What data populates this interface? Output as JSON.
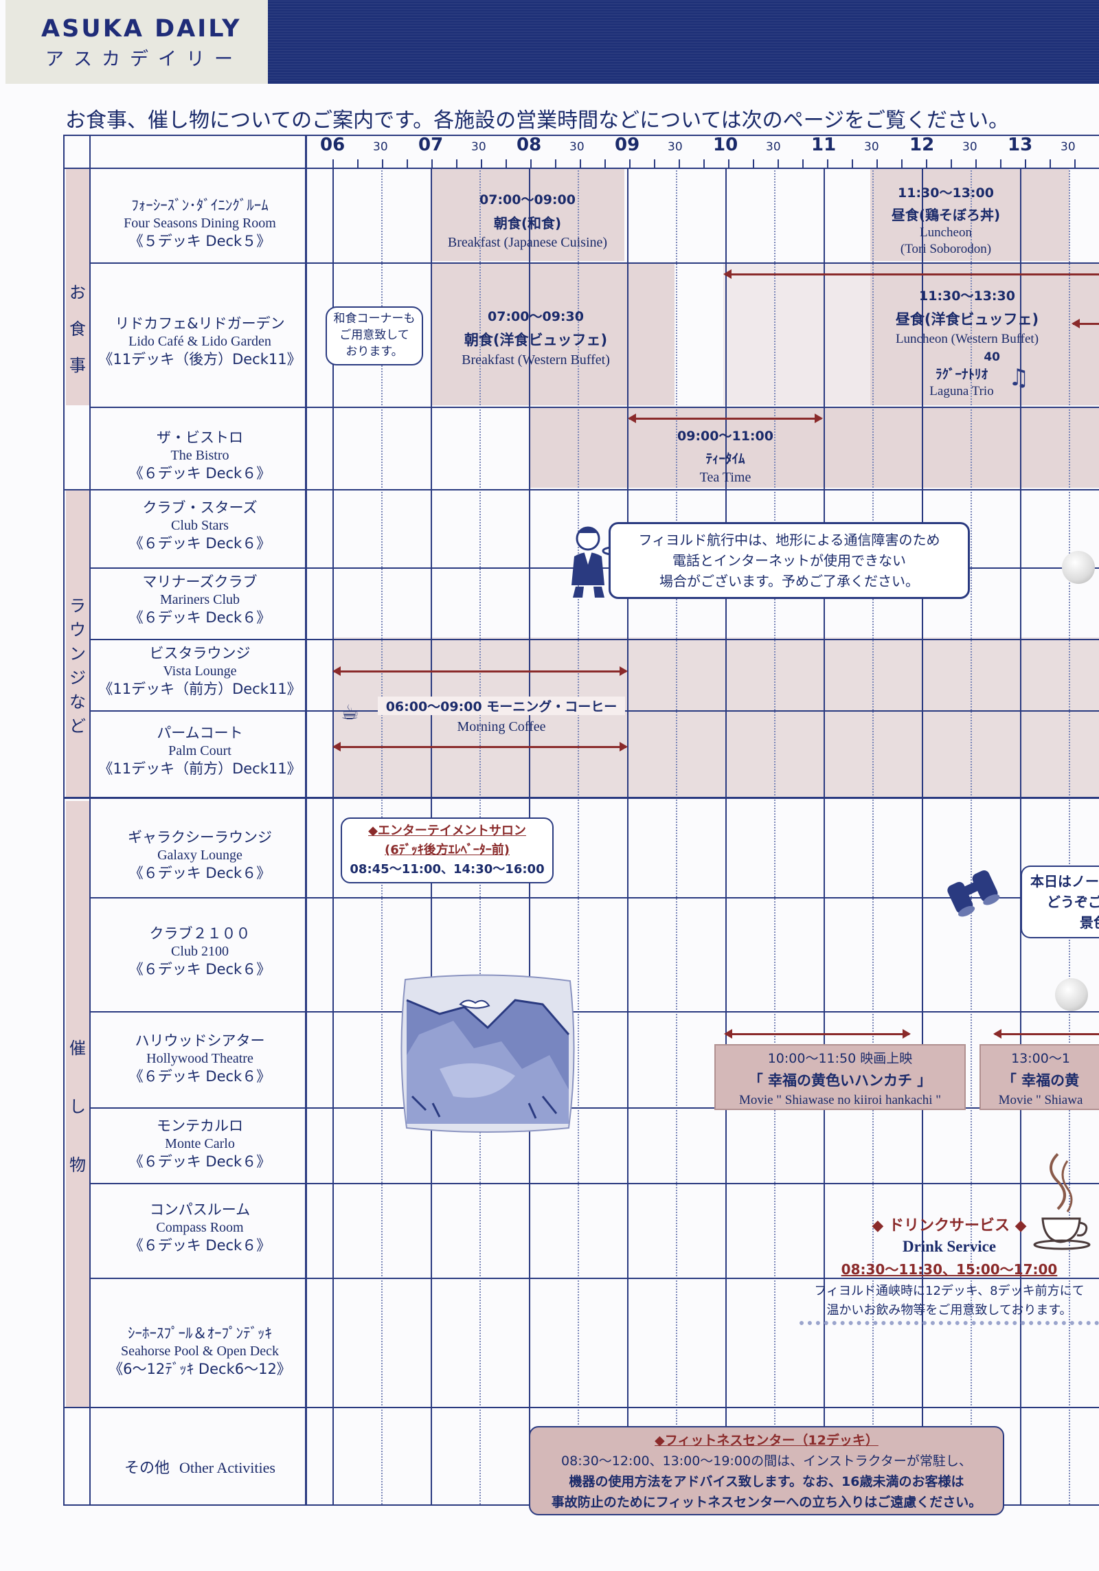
{
  "header": {
    "brand_en": "ASUKA DAILY",
    "brand_jp": "アスカデイリー"
  },
  "intro": "お食事、催し物についてのご案内です。各施設の営業時間などについては次のページをご覧ください。",
  "timeline": {
    "hours": [
      "06",
      "07",
      "08",
      "09",
      "10",
      "11",
      "12",
      "13"
    ],
    "half_label": "30"
  },
  "categories": {
    "dining": [
      "お",
      "食",
      "事"
    ],
    "lounge": [
      "ラ",
      "ウ",
      "ン",
      "ジ",
      "な",
      "ど"
    ],
    "events": [
      "催",
      "し",
      "物"
    ]
  },
  "venues": [
    {
      "jp": "ﾌｫｰｼｰｽﾞﾝ･ﾀﾞｲﾆﾝｸﾞﾙｰﾑ",
      "en": "Four Seasons Dining Room",
      "deck": "《５デッキ Deck５》"
    },
    {
      "jp": "リドカフェ&リドガーデン",
      "en": "Lido Café & Lido Garden",
      "deck": "《11デッキ（後方）Deck11》"
    },
    {
      "jp": "ザ・ビストロ",
      "en": "The Bistro",
      "deck": "《６デッキ Deck６》"
    },
    {
      "jp": "クラブ・スターズ",
      "en": "Club Stars",
      "deck": "《６デッキ Deck６》"
    },
    {
      "jp": "マリナーズクラブ",
      "en": "Mariners Club",
      "deck": "《６デッキ Deck６》"
    },
    {
      "jp": "ビスタラウンジ",
      "en": "Vista Lounge",
      "deck": "《11デッキ（前方）Deck11》"
    },
    {
      "jp": "パームコート",
      "en": "Palm Court",
      "deck": "《11デッキ（前方）Deck11》"
    },
    {
      "jp": "ギャラクシーラウンジ",
      "en": "Galaxy Lounge",
      "deck": "《６デッキ Deck６》"
    },
    {
      "jp": "クラブ２１００",
      "en": "Club 2100",
      "deck": "《６デッキ Deck６》"
    },
    {
      "jp": "ハリウッドシアター",
      "en": "Hollywood Theatre",
      "deck": "《６デッキ Deck６》"
    },
    {
      "jp": "モンテカルロ",
      "en": "Monte Carlo",
      "deck": "《６デッキ Deck６》"
    },
    {
      "jp": "コンパスルーム",
      "en": "Compass Room",
      "deck": "《６デッキ Deck６》"
    },
    {
      "jp": "ｼｰﾎｰｽﾌﾟｰﾙ＆ｵｰﾌﾟﾝﾃﾞｯｷ",
      "en": "Seahorse Pool & Open Deck",
      "deck": "《6～12ﾃﾞｯｷ Deck6～12》"
    }
  ],
  "other_label": {
    "jp": "その他",
    "en": "Other Activities"
  },
  "events": {
    "four_seasons_breakfast": {
      "time": "07:00～09:00",
      "jp": "朝食(和食)",
      "en": "Breakfast (Japanese Cuisine)"
    },
    "four_seasons_lunch": {
      "time": "11:30～13:00",
      "jp": "昼食(鶏そぼろ丼)",
      "en1": "Luncheon",
      "en2": "(Tori Soborodon)"
    },
    "lido_note": [
      "和食コーナーも",
      "ご用意致して",
      "おります。"
    ],
    "lido_breakfast": {
      "time": "07:00～09:30",
      "jp": "朝食(洋食ビュッフェ)",
      "en": "Breakfast (Western Buffet)"
    },
    "lido_lunch": {
      "time": "11:30～13:30",
      "jp": "昼食(洋食ビュッフェ)",
      "en": "Luncheon (Western Buffet)"
    },
    "laguna": {
      "min": "40",
      "jp": "ﾗｸﾞｰﾅﾄﾘｵ",
      "en": "Laguna Trio"
    },
    "bistro_tea": {
      "time": "09:00～11:00",
      "jp": "ﾃｨｰﾀｲﾑ",
      "en": "Tea Time"
    },
    "fjord_notice": [
      "フィヨルド航行中は、地形による通信障害のため",
      "電話とインターネットが使用できない",
      "場合がございます。予めご了承ください。"
    ],
    "morning_coffee": {
      "jp": "06:00～09:00 モーニング・コーヒー",
      "en": "Morning  Coffee"
    },
    "ent_salon": {
      "title": "◆エンターテイメントサロン",
      "sub": "(6ﾃﾞｯｷ後方ｴﾚﾍﾞｰﾀｰ前)",
      "time": "08:45～11:00、14:30～16:00"
    },
    "today_note": [
      "本日はノー",
      "どうぞご",
      "景色"
    ],
    "movie1": {
      "line1": "10:00～11:50  映画上映",
      "line2": "「 幸福の黄色いハンカチ 」",
      "line3": "Movie \" Shiawase no kiiroi hankachi \""
    },
    "movie2": {
      "line1": "13:00～1",
      "line2": "「 幸福の黄",
      "line3": "Movie \" Shiawa"
    },
    "drink": {
      "title": "◆ ドリンクサービス ◆",
      "en": "Drink Service",
      "time": "08:30～11:30、15:00～17:00",
      "note1": "フィヨルド通峡時に12デッキ、8デッキ前方にて",
      "note2": "温かいお飲み物等をご用意致しております。"
    },
    "fitness": {
      "title": "◆フィットネスセンター（12デッキ）",
      "line1": "08:30～12:00、13:00～19:00の間は、インストラクターが常駐し、",
      "line2": "機器の使用方法をアドバイス致します。なお、16歳未満のお客様は",
      "line3": "事故防止のためにフィットネスセンターへの立ち入りはご遠慮ください。"
    }
  },
  "colors": {
    "navy": "#1f3178",
    "shade": "#dcc9c9",
    "arrow": "#8a2a2a"
  },
  "icons": [
    "waiter-icon",
    "coffee-cup-icon",
    "binoculars-icon",
    "music-note-icon",
    "hot-drink-icon",
    "fjord-landscape-icon"
  ]
}
